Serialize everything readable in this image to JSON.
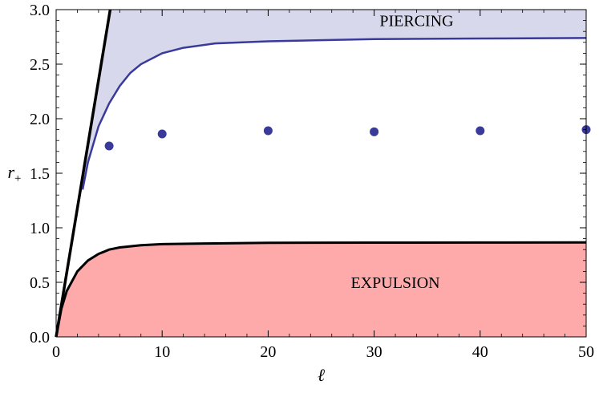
{
  "chart_data": {
    "type": "line",
    "xlabel": "ℓ",
    "ylabel": "r",
    "ylabel_subscript": "+",
    "xlim": [
      0,
      50
    ],
    "ylim": [
      0,
      3.0
    ],
    "x_ticks": [
      0,
      10,
      20,
      30,
      40,
      50
    ],
    "x_tick_labels": [
      "0",
      "10",
      "20",
      "30",
      "40",
      "50"
    ],
    "y_ticks": [
      0,
      0.5,
      1.0,
      1.5,
      2.0,
      2.5,
      3.0
    ],
    "y_tick_labels": [
      "0.0",
      "0.5",
      "1.0",
      "1.5",
      "2.0",
      "2.5",
      "3.0"
    ],
    "x_minor_step": 2,
    "y_minor_step": 0.1,
    "grid": false,
    "regions": [
      {
        "label": "PIERCING",
        "color": "#d8d8ec",
        "label_at": [
          34,
          2.9
        ]
      },
      {
        "label": "EXPULSION",
        "color": "#ffaaaa",
        "label_at": [
          32,
          0.5
        ]
      }
    ],
    "series": [
      {
        "kind": "line",
        "color": "#000000",
        "points": [
          [
            0,
            0
          ],
          [
            5.1,
            3.0
          ]
        ]
      },
      {
        "kind": "line",
        "color": "#3a3a9a",
        "points": [
          [
            2.5,
            1.35
          ],
          [
            3,
            1.6
          ],
          [
            4,
            1.93
          ],
          [
            5,
            2.14
          ],
          [
            6,
            2.3
          ],
          [
            7,
            2.42
          ],
          [
            8,
            2.5
          ],
          [
            10,
            2.6
          ],
          [
            12,
            2.65
          ],
          [
            15,
            2.69
          ],
          [
            20,
            2.71
          ],
          [
            30,
            2.73
          ],
          [
            40,
            2.735
          ],
          [
            50,
            2.74
          ]
        ]
      },
      {
        "kind": "line",
        "color": "#000000",
        "points": [
          [
            0,
            0
          ],
          [
            0.5,
            0.26
          ],
          [
            1,
            0.42
          ],
          [
            2,
            0.6
          ],
          [
            3,
            0.7
          ],
          [
            4,
            0.76
          ],
          [
            5,
            0.8
          ],
          [
            6,
            0.82
          ],
          [
            8,
            0.84
          ],
          [
            10,
            0.85
          ],
          [
            15,
            0.857
          ],
          [
            20,
            0.862
          ],
          [
            30,
            0.864
          ],
          [
            40,
            0.865
          ],
          [
            50,
            0.866
          ]
        ]
      },
      {
        "kind": "scatter",
        "color": "#3a3a9a",
        "points": [
          [
            5,
            1.75
          ],
          [
            10,
            1.86
          ],
          [
            20,
            1.89
          ],
          [
            30,
            1.88
          ],
          [
            40,
            1.89
          ],
          [
            50,
            1.9
          ]
        ]
      }
    ]
  }
}
